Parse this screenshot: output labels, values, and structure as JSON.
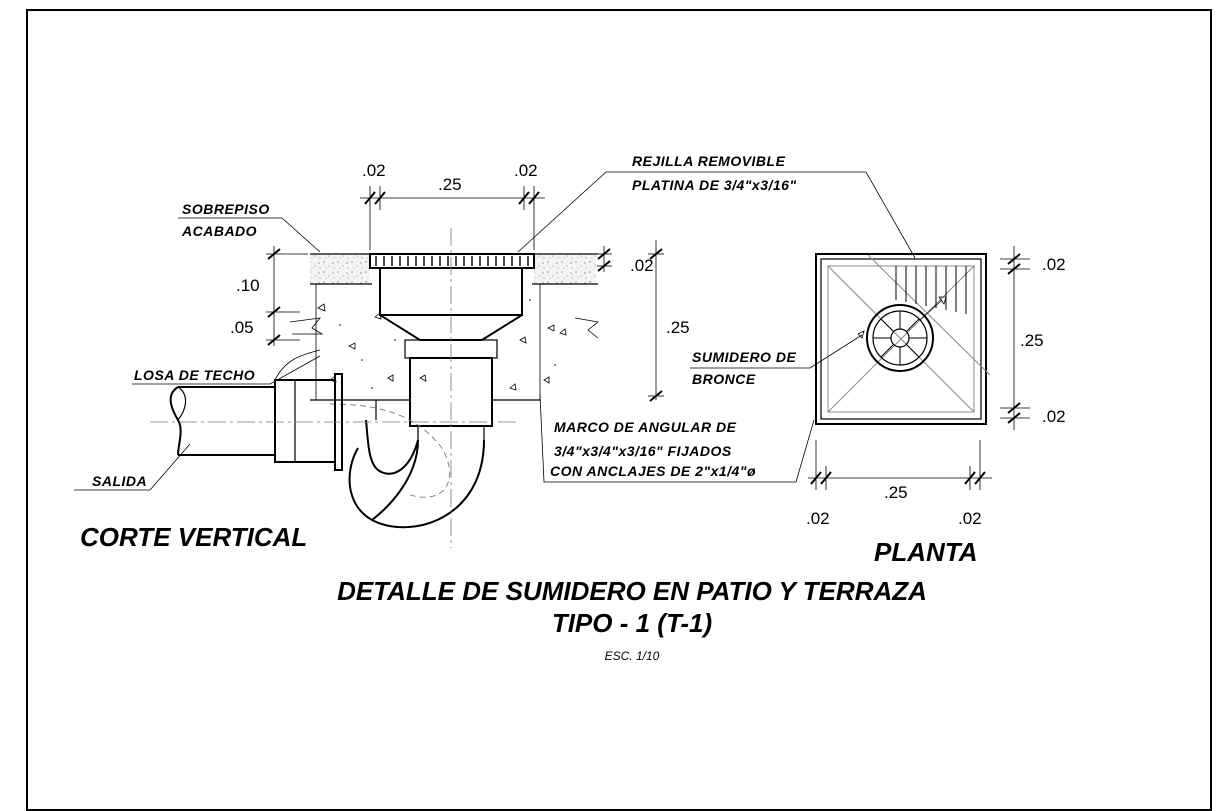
{
  "section": {
    "title": "CORTE VERTICAL",
    "dims": {
      "left_top": ".02",
      "center_top": ".25",
      "right_top": ".02",
      "floor_depth": ".10",
      "slab_depth": ".05",
      "grate_thickness": ".02",
      "drain_depth": ".25"
    },
    "labels": {
      "floor_line1": "SOBREPISO",
      "floor_line2": "ACABADO",
      "roof_slab": "LOSA DE TECHO",
      "outlet": "SALIDA",
      "grate_line1": "REJILLA REMOVIBLE",
      "grate_line2": "PLATINA DE 3/4\"x3/16\"",
      "frame_line1": "MARCO DE ANGULAR DE",
      "frame_line2": "3/4\"x3/4\"x3/16\" FIJADOS",
      "frame_line3": "CON ANCLAJES DE 2\"x1/4\"ø"
    }
  },
  "plan": {
    "title": "PLANTA",
    "dims": {
      "right_top": ".02",
      "right_middle": ".25",
      "right_bottom": ".02",
      "bottom_left": ".02",
      "bottom_middle": ".25",
      "bottom_right": ".02"
    },
    "labels": {
      "drain_line1": "SUMIDERO DE",
      "drain_line2": "BRONCE"
    }
  },
  "footer": {
    "title_line1": "DETALLE DE SUMIDERO EN PATIO Y TERRAZA",
    "title_line2": "TIPO - 1 (T-1)",
    "scale": "ESC. 1/10"
  }
}
